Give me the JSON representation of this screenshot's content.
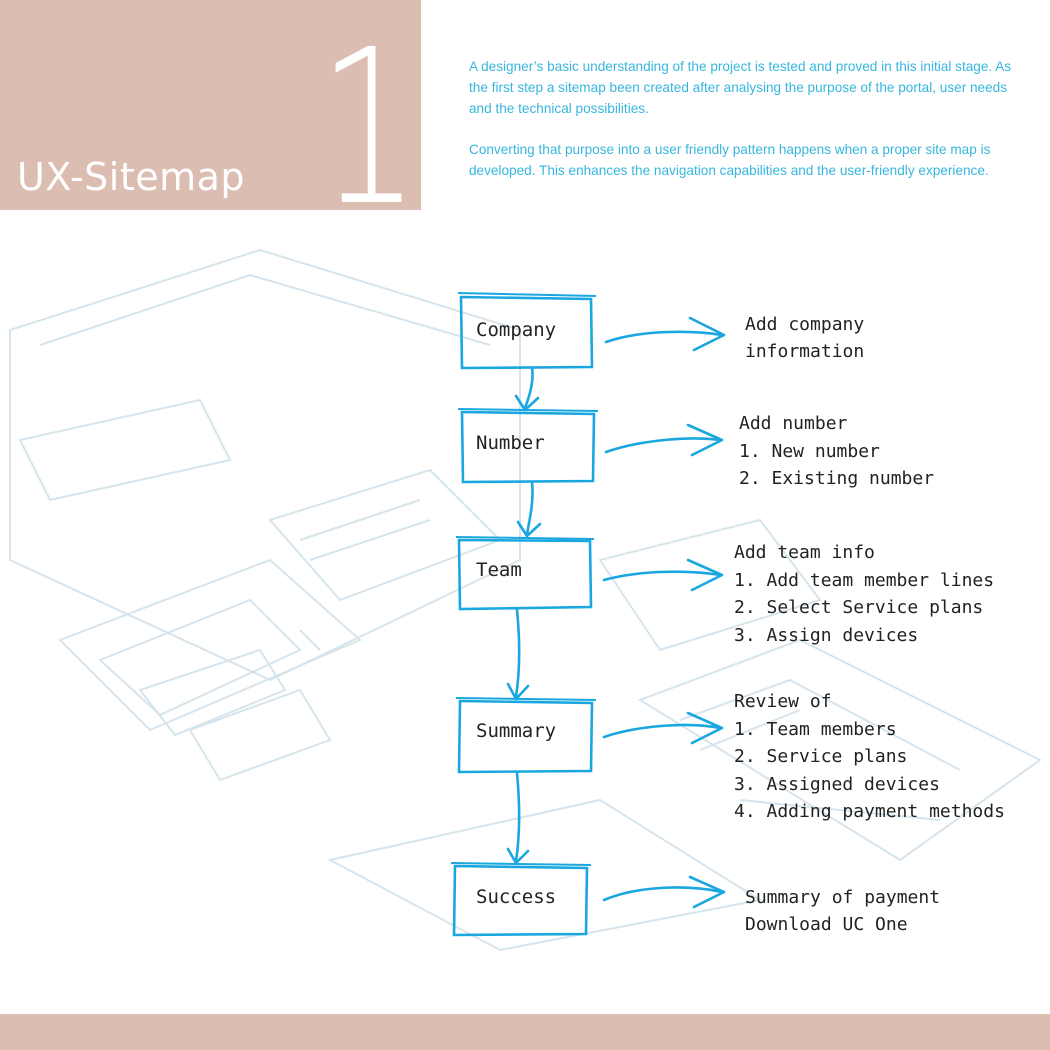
{
  "header": {
    "title": "UX-Sitemap",
    "number": "1"
  },
  "intro": {
    "paragraphs": [
      "A designer’s basic understanding of the project is tested and proved in this initial stage. As the first step a sitemap been created after analysing the purpose of the portal, user needs and the technical possibilities.",
      "Converting that purpose into a user friendly pattern happens when a proper site map is developed. This enhances the navigation capabilities and the user-friendly experience."
    ]
  },
  "colors": {
    "header_bg": "#dcbdb1",
    "accent_blue": "#1aa7e0",
    "intro_text": "#38b6de",
    "sketch_blue": "#cfe0ea"
  },
  "sitemap": {
    "steps": [
      {
        "label": "Company",
        "details": [
          "Add company",
          "information"
        ]
      },
      {
        "label": "Number",
        "details": [
          "Add number",
          "1. New number",
          "2. Existing number"
        ]
      },
      {
        "label": "Team",
        "details": [
          "Add team info",
          "1. Add team member lines",
          "2. Select Service plans",
          "3. Assign devices"
        ]
      },
      {
        "label": "Summary",
        "details": [
          "Review of",
          "1. Team members",
          "2. Service plans",
          "3. Assigned devices",
          "4. Adding payment methods"
        ]
      },
      {
        "label": "Success",
        "details": [
          "Summary of payment",
          "Download UC One"
        ]
      }
    ]
  }
}
